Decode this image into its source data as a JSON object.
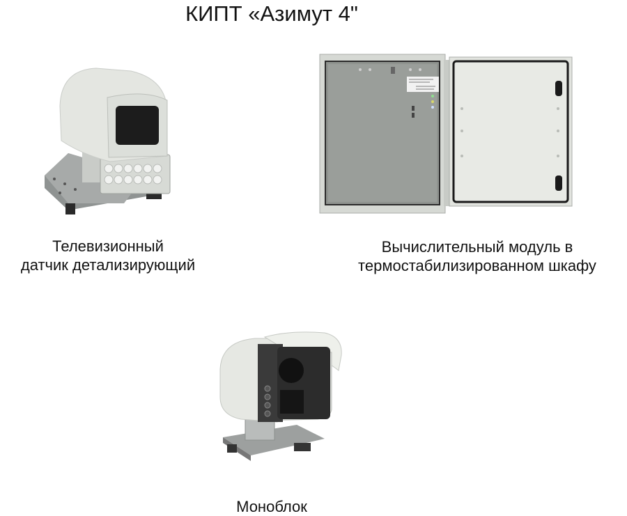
{
  "title": "КИПТ «Азимут 4\"",
  "items": [
    {
      "id": "tv-sensor",
      "image_label": "camera-housing-with-ir-illuminator",
      "caption_lines": [
        "Телевизионный",
        "датчик детализирующий"
      ]
    },
    {
      "id": "compute-module",
      "image_label": "open-electrical-cabinet",
      "caption_lines": [
        "Вычислительный модуль в",
        "термостабилизированном шкафу"
      ]
    },
    {
      "id": "monoblock",
      "image_label": "monoblock-camera-on-mount",
      "caption_lines": [
        "Моноблок"
      ]
    }
  ],
  "colors": {
    "background": "#ffffff",
    "text": "#111111",
    "housing": "#e6e8e3",
    "cabinet_frame": "#d8dbd6",
    "cabinet_inner": "#8d918d",
    "door_inner": "#e4e6e1",
    "lens": "#1a1a1a",
    "metal": "#9a9d9c"
  }
}
